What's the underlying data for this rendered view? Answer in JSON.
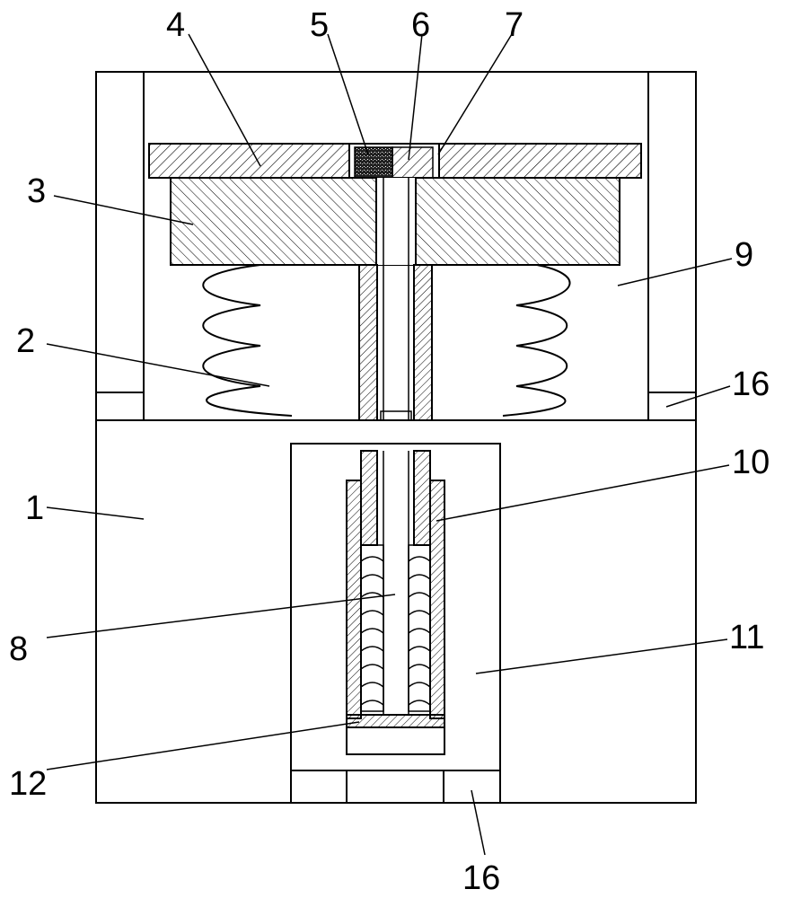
{
  "labels": {
    "l1": "1",
    "l2": "2",
    "l3": "3",
    "l4": "4",
    "l5": "5",
    "l6": "6",
    "l7": "7",
    "l8": "8",
    "l9": "9",
    "l10": "10",
    "l11": "11",
    "l12": "12",
    "l16a": "16",
    "l16b": "16"
  }
}
